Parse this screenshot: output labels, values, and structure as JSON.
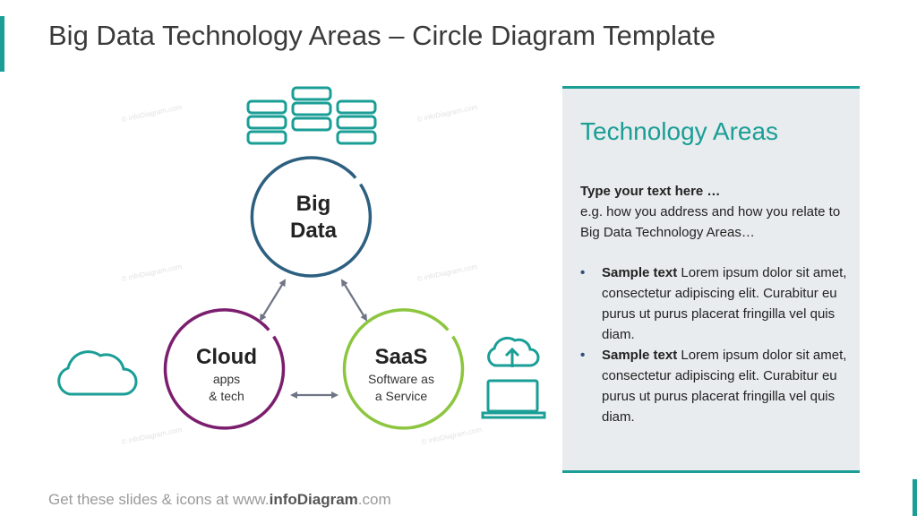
{
  "title": "Big Data Technology Areas – Circle Diagram Template",
  "colors": {
    "accent": "#1a9e96",
    "big_data_ring": "#2c5f80",
    "cloud_ring": "#7b1e6e",
    "saas_ring": "#8cc63f",
    "arrow": "#6f7584",
    "panel_bg": "#e8ecee"
  },
  "diagram": {
    "big_data": {
      "title_line1": "Big",
      "title_line2": "Data"
    },
    "cloud": {
      "title": "Cloud",
      "sub_line1": "apps",
      "sub_line2": "& tech"
    },
    "saas": {
      "title": "SaaS",
      "sub_line1": "Software as",
      "sub_line2": "a Service"
    },
    "icons": [
      "database-stack-icon",
      "cloud-icon",
      "cloud-upload-icon",
      "laptop-icon"
    ]
  },
  "panel": {
    "heading": "Technology Areas",
    "intro_bold": "Type your text here …",
    "intro_text": "e.g. how you address and  how you relate to Big Data Technology Areas…",
    "bullets": [
      {
        "bold": "Sample text",
        "text": " Lorem ipsum dolor sit amet, consectetur adipiscing elit. Curabitur eu purus ut purus placerat fringilla vel quis diam."
      },
      {
        "bold": "Sample text",
        "text": " Lorem ipsum dolor sit amet, consectetur adipiscing elit. Curabitur eu purus ut purus placerat fringilla vel quis diam."
      }
    ]
  },
  "footer": {
    "prefix": "Get these slides  & icons  at www.",
    "brand": "infoDiagram",
    "suffix": ".com"
  },
  "watermark": "© infoDiagram.com"
}
